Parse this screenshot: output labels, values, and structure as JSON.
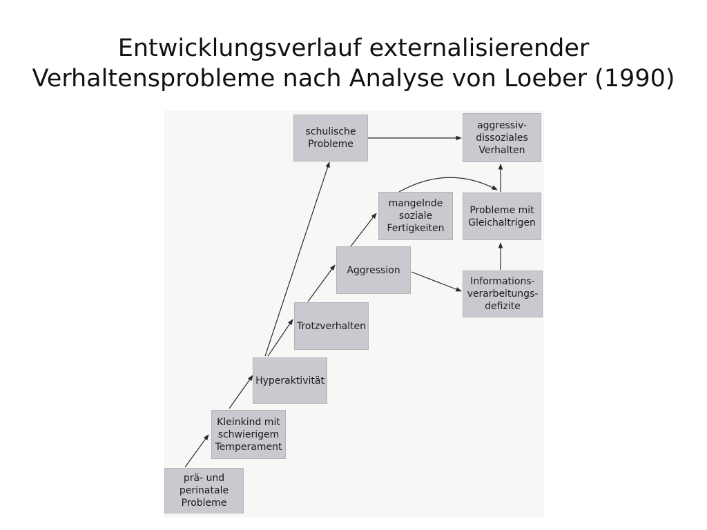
{
  "title": {
    "line1": "Entwicklungsverlauf externalisierender",
    "line2": "Verhaltensprobleme nach Analyse von Loeber (1990)"
  },
  "nodes": {
    "praenatal": [
      "prä- und",
      "perinatale",
      "Probleme"
    ],
    "kleinkind": [
      "Kleinkind mit",
      "schwierigem",
      "Temperament"
    ],
    "hyperaktivitaet": [
      "Hyperaktivität"
    ],
    "trotzverhalten": [
      "Trotzverhalten"
    ],
    "aggression": [
      "Aggression"
    ],
    "mangelnde": [
      "mangelnde",
      "soziale",
      "Fertigkeiten"
    ],
    "schulisch": [
      "schulische",
      "Probleme"
    ],
    "aggressiv": [
      "aggressiv-",
      "dissoziales",
      "Verhalten"
    ],
    "gleichaltrige": [
      "Probleme mit",
      "Gleichaltrigen"
    ],
    "informations": [
      "Informations-",
      "verarbeitungs-",
      "defizite"
    ]
  },
  "colors": {
    "box_fill": "#c9c9cf",
    "arrow": "#2a2a2a"
  }
}
